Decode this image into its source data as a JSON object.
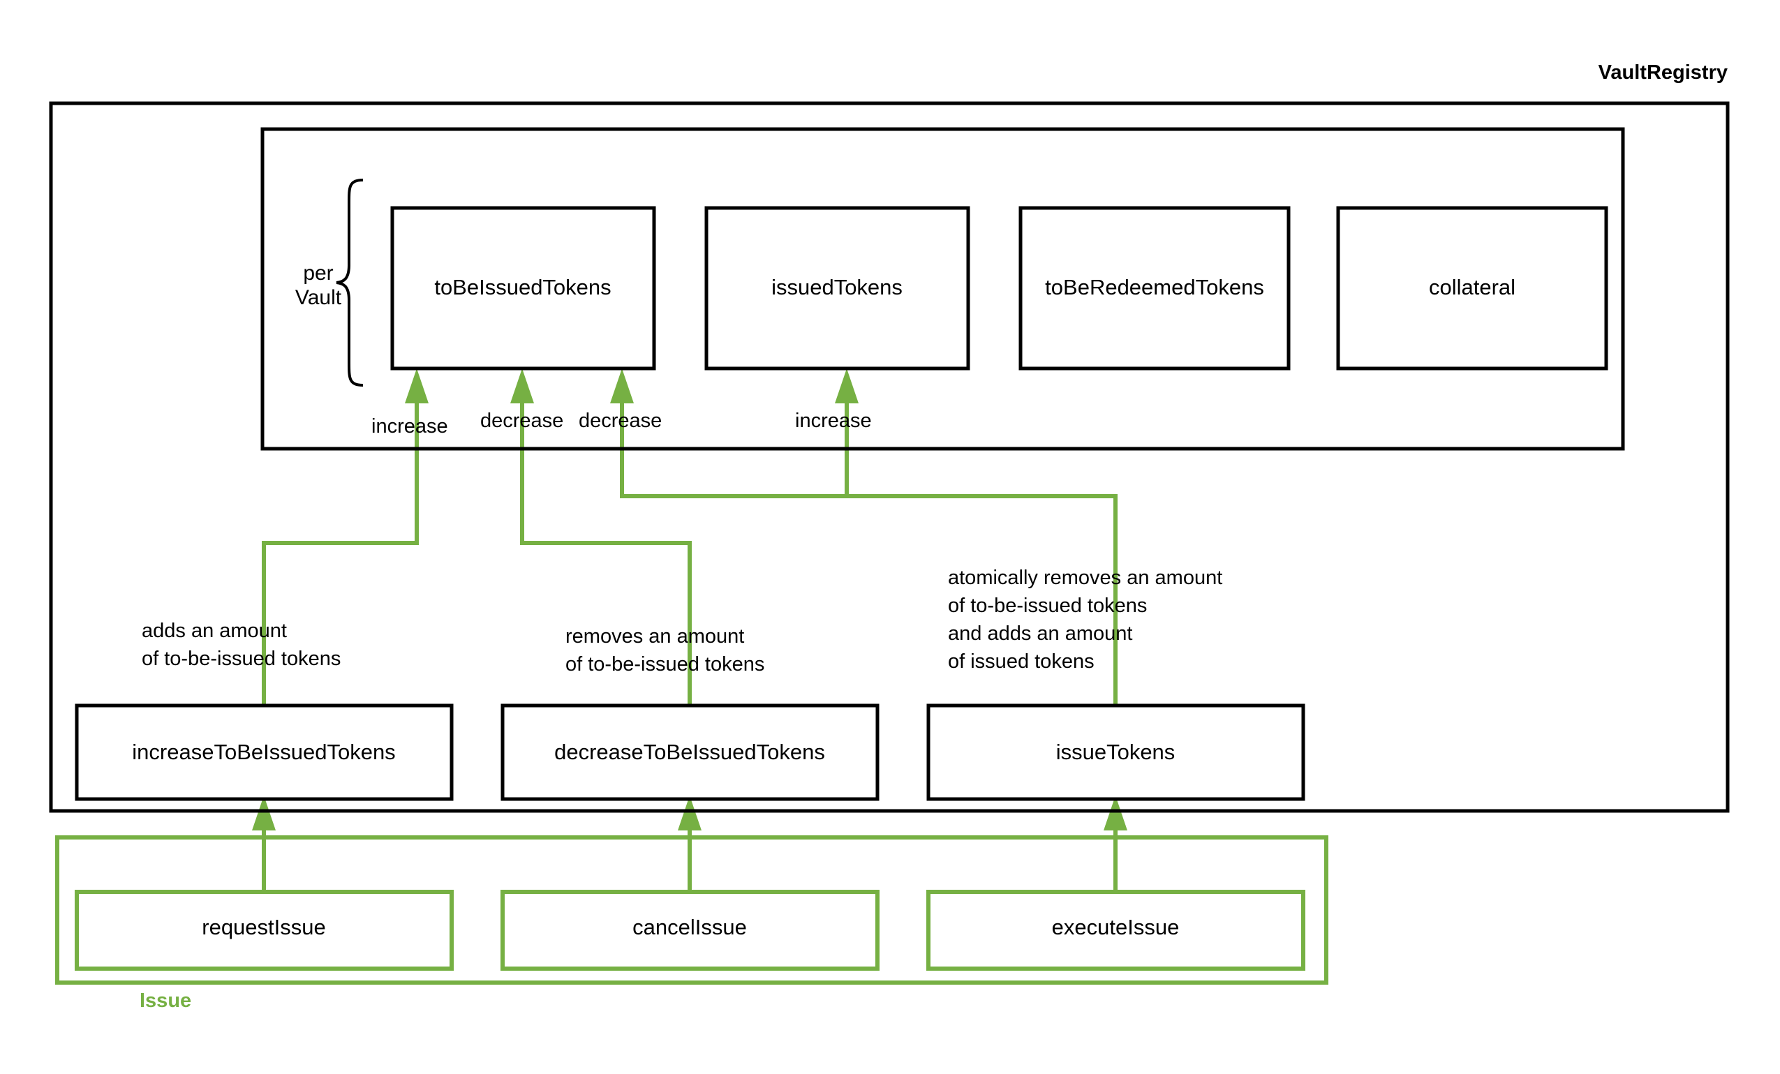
{
  "diagram": {
    "type": "architecture-flow",
    "title": "VaultRegistry",
    "colors": {
      "accent_green": "#76b043",
      "outline_black": "#000000",
      "background": "#ffffff"
    },
    "brace_label_line1": "per",
    "brace_label_line2": "Vault",
    "storage_boxes": [
      {
        "id": "toBeIssuedTokens",
        "label": "toBeIssuedTokens"
      },
      {
        "id": "issuedTokens",
        "label": "issuedTokens"
      },
      {
        "id": "toBeRedeemedTokens",
        "label": "toBeRedeemedTokens"
      },
      {
        "id": "collateral",
        "label": "collateral"
      }
    ],
    "function_boxes": [
      {
        "id": "increaseToBeIssuedTokens",
        "label": "increaseToBeIssuedTokens"
      },
      {
        "id": "decreaseToBeIssuedTokens",
        "label": "decreaseToBeIssuedTokens"
      },
      {
        "id": "issueTokens",
        "label": "issueTokens"
      }
    ],
    "issue_group": {
      "label": "Issue",
      "boxes": [
        {
          "id": "requestIssue",
          "label": "requestIssue"
        },
        {
          "id": "cancelIssue",
          "label": "cancelIssue"
        },
        {
          "id": "executeIssue",
          "label": "executeIssue"
        }
      ]
    },
    "edge_labels": [
      {
        "id": "edge-increase-tbit",
        "text": "increase"
      },
      {
        "id": "edge-decrease-tbit-1",
        "text": "decrease"
      },
      {
        "id": "edge-decrease-tbit-2",
        "text": "decrease"
      },
      {
        "id": "edge-increase-it",
        "text": "increase"
      }
    ],
    "descriptions": [
      {
        "id": "desc-increase",
        "lines": [
          "adds an amount",
          "of to-be-issued tokens"
        ]
      },
      {
        "id": "desc-decrease",
        "lines": [
          "removes an amount",
          "of to-be-issued tokens"
        ]
      },
      {
        "id": "desc-issue",
        "lines": [
          "atomically removes an amount",
          "of to-be-issued tokens",
          "and adds an amount",
          "of issued tokens"
        ]
      }
    ]
  }
}
